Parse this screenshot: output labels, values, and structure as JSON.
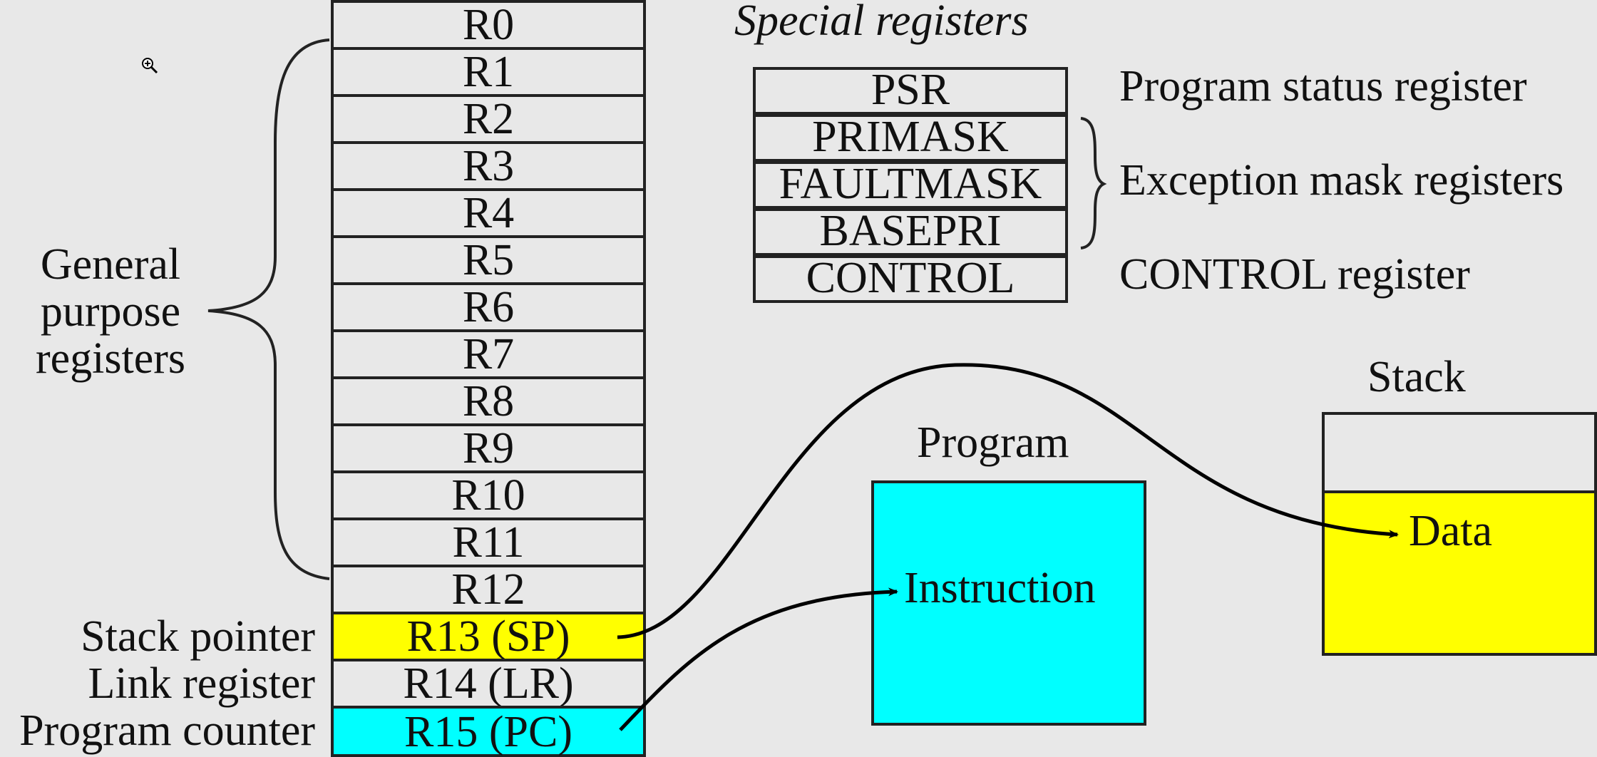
{
  "registers": [
    {
      "label": "R0"
    },
    {
      "label": "R1"
    },
    {
      "label": "R2"
    },
    {
      "label": "R3"
    },
    {
      "label": "R4"
    },
    {
      "label": "R5"
    },
    {
      "label": "R6"
    },
    {
      "label": "R7"
    },
    {
      "label": "R8"
    },
    {
      "label": "R9"
    },
    {
      "label": "R10"
    },
    {
      "label": "R11"
    },
    {
      "label": "R12"
    },
    {
      "label": "R13 (SP)",
      "side": "Stack pointer",
      "highlight": "#ffff00"
    },
    {
      "label": "R14 (LR)",
      "side": "Link register"
    },
    {
      "label": "R15 (PC)",
      "side": "Program counter",
      "highlight": "#00ffff"
    }
  ],
  "general_purpose_label": "General purpose registers",
  "general_purpose_lines": [
    "General",
    "purpose",
    "registers"
  ],
  "special": {
    "title": "Special registers",
    "registers": [
      "PSR",
      "PRIMASK",
      "FAULTMASK",
      "BASEPRI",
      "CONTROL"
    ],
    "descriptions": {
      "psr": "Program status register",
      "masks": "Exception mask registers",
      "control": "CONTROL register"
    }
  },
  "program": {
    "title": "Program",
    "content": "Instruction",
    "color": "#00ffff"
  },
  "stack": {
    "title": "Stack",
    "content": "Data",
    "color": "#ffff00"
  },
  "icons": {
    "cursor": "zoom-in-icon"
  }
}
